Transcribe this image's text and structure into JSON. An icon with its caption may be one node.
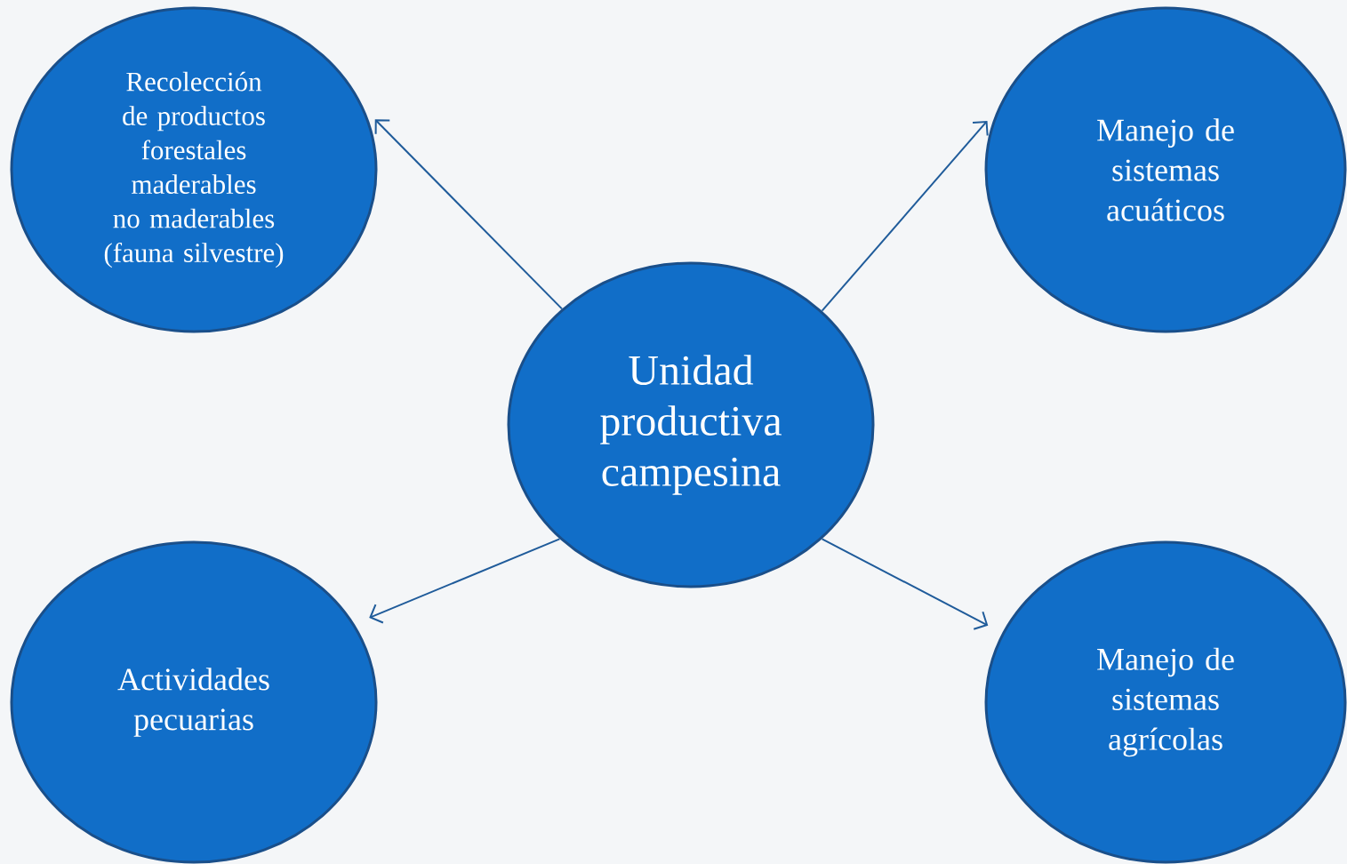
{
  "diagram": {
    "nodes": [
      {
        "text": [
          "Unidad productiva campesina"
        ]
      },
      {
        "text": [
          "Recolección de productos forestales maderables no maderables (fauna silvestre)"
        ]
      },
      {
        "text": [
          "Manejo de sistemas acuáticos"
        ]
      },
      {
        "text": [
          "Actividades pecuarias"
        ]
      },
      {
        "text": [
          "Manejo de sistemas agrícolas"
        ]
      }
    ],
    "edges": [
      {
        "from": 0,
        "to": 1,
        "arrow": "to"
      },
      {
        "from": 0,
        "to": 2,
        "arrow": "to"
      },
      {
        "from": 0,
        "to": 3,
        "arrow": "to"
      },
      {
        "from": 0,
        "to": 4,
        "arrow": "to"
      }
    ]
  }
}
